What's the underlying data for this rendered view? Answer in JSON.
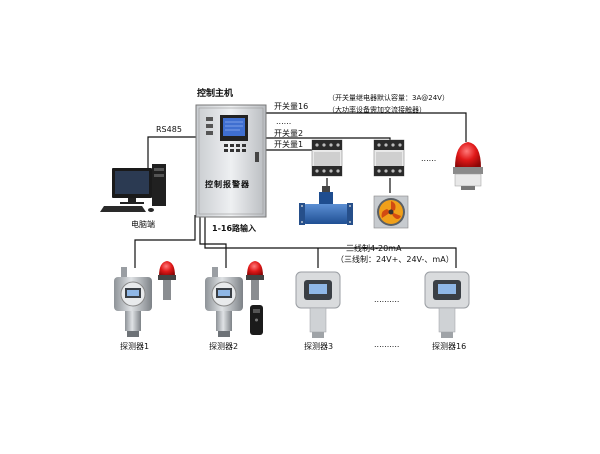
{
  "controller": {
    "title": "控制主机",
    "front_label": "控制报警器",
    "rs485": "RS485",
    "input_label": "1-16路输入"
  },
  "computer": {
    "label": "电脑端"
  },
  "outputs": {
    "switch16": "开关量16",
    "dots": "......",
    "switch2": "开关量2",
    "switch1": "开关量1",
    "note_line1": "（开关量继电器默认容量：3A@24V）",
    "note_line2": "（大功率设备需加交流接触器）",
    "ellipsis": "......"
  },
  "signal": {
    "line1": "三线制4-20mA",
    "line2": "（三线制：24V+、24V-、mA）"
  },
  "detectors": {
    "d1": "探测器1",
    "d2": "探测器2",
    "d3": "探测器3",
    "d16": "探测器16",
    "gap1": "..........",
    "gap2": ".........."
  },
  "colors": {
    "wire": "#111111",
    "panel_face": "#dfe2e5",
    "screen": "#3f6fd0",
    "valve_blue": "#2f6ab3",
    "alarm_red": "#d21a1a"
  }
}
